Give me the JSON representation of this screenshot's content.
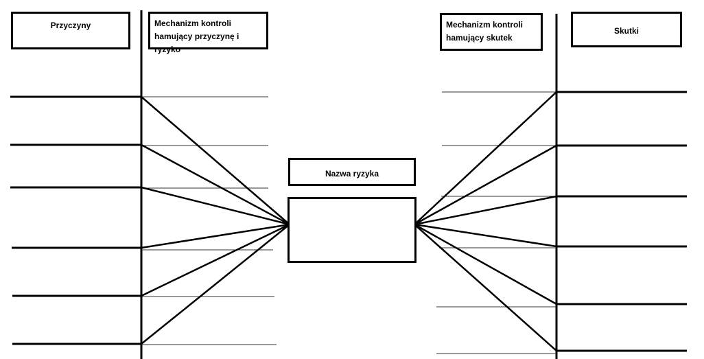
{
  "diagram": {
    "causes_header": "Przyczyny",
    "cause_controls_header": {
      "line1": "Mechanizm kontroli",
      "line2": "hamujący przyczynę i ryzyko"
    },
    "effect_controls_header": {
      "line1": "Mechanizm kontroli",
      "line2": "hamujący skutek"
    },
    "effects_header": "Skutki",
    "risk_name_label": "Nazwa ryzyka",
    "risk_box_text": "",
    "cause_count": 6,
    "effect_count": 6,
    "colors": {
      "stroke": "#000000",
      "background": "#ffffff"
    }
  }
}
